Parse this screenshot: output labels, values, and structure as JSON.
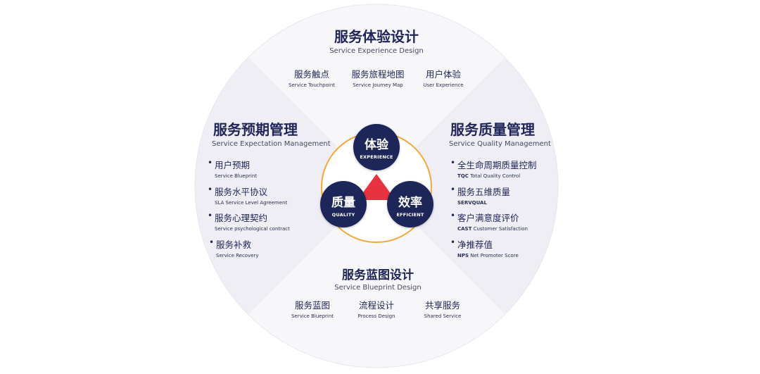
{
  "colors": {
    "navy": "#1f2559",
    "quadrant_light": "#f6f6fa",
    "quadrant_dark": "#ececf3",
    "orange_ring": "#f2a93b",
    "red_triangle": "#e8323f"
  },
  "top": {
    "title": "服务体验设计",
    "subtitle": "Service Experience Design",
    "items": [
      {
        "cn": "服务触点",
        "en": "Service Touchpoint"
      },
      {
        "cn": "服务旅程地图",
        "en": "Service Journey Map"
      },
      {
        "cn": "用户体验",
        "en": "User Experience"
      }
    ]
  },
  "left": {
    "title": "服务预期管理",
    "subtitle": "Service Expectation Management",
    "items": [
      {
        "cn": "用户预期",
        "en": "Service Blueprint"
      },
      {
        "cn": "服务水平协议",
        "en": "SLA Service Level Agreement"
      },
      {
        "cn": "服务心理契约",
        "en": "Service psychological contract"
      },
      {
        "cn": "服务补救",
        "en": "Service Recovery"
      }
    ]
  },
  "right": {
    "title": "服务质量管理",
    "subtitle": "Service Quality Management",
    "items": [
      {
        "cn": "全生命周期质量控制",
        "abbr": "TQC",
        "en": "Total Quality Control"
      },
      {
        "cn": "服务五维质量",
        "abbr": "SERVQUAL",
        "en": ""
      },
      {
        "cn": "客户满意度评价",
        "abbr": "CAST",
        "en": "Customer Satisfaction"
      },
      {
        "cn": "净推荐值",
        "abbr": "NPS",
        "en": "Net Promoter Score"
      }
    ]
  },
  "bottom": {
    "title": "服务蓝图设计",
    "subtitle": "Service Blueprint Design",
    "items": [
      {
        "cn": "服务蓝图",
        "en": "Service Blueprint"
      },
      {
        "cn": "流程设计",
        "en": "Process Design"
      },
      {
        "cn": "共享服务",
        "en": "Shared Service"
      }
    ]
  },
  "center": {
    "nodes": [
      {
        "cn": "体验",
        "en": "EXPERIENCE"
      },
      {
        "cn": "质量",
        "en": "QUALITY"
      },
      {
        "cn": "效率",
        "en": "EFFICIENT"
      }
    ]
  }
}
